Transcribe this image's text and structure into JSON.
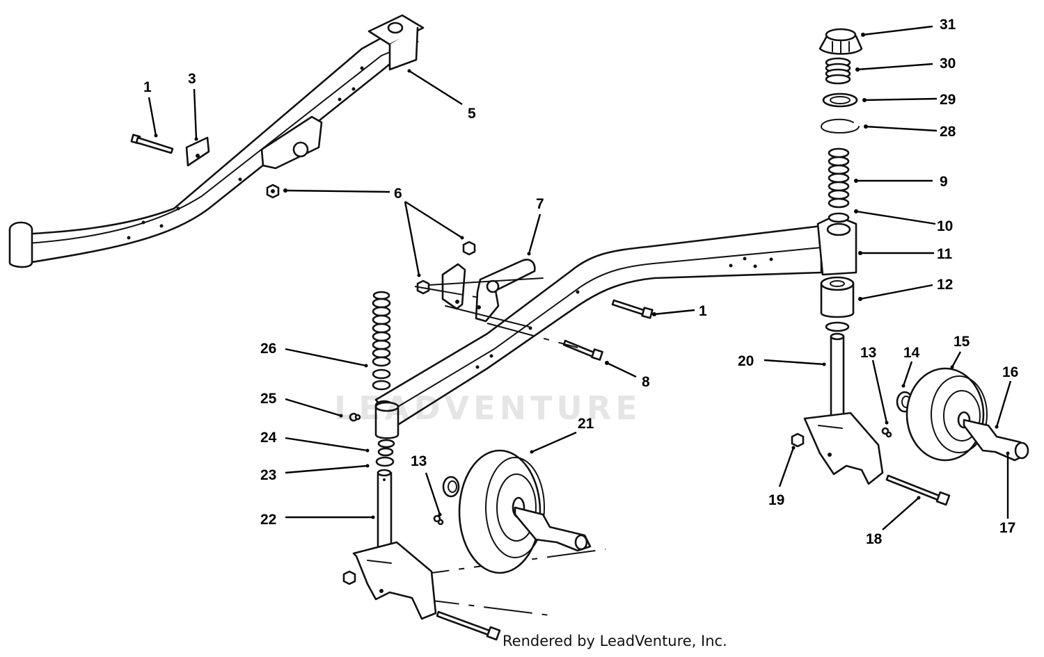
{
  "watermark": "LEADVENTURE",
  "footer": "Rendered by LeadVenture, Inc.",
  "callouts": [
    {
      "id": "c1a",
      "label": "1"
    },
    {
      "id": "c3",
      "label": "3"
    },
    {
      "id": "c5",
      "label": "5"
    },
    {
      "id": "c6",
      "label": "6"
    },
    {
      "id": "c7",
      "label": "7"
    },
    {
      "id": "c1b",
      "label": "1"
    },
    {
      "id": "c8",
      "label": "8"
    },
    {
      "id": "c26",
      "label": "26"
    },
    {
      "id": "c25",
      "label": "25"
    },
    {
      "id": "c24",
      "label": "24"
    },
    {
      "id": "c23",
      "label": "23"
    },
    {
      "id": "c22",
      "label": "22"
    },
    {
      "id": "c21",
      "label": "21"
    },
    {
      "id": "c13a",
      "label": "13"
    },
    {
      "id": "c31",
      "label": "31"
    },
    {
      "id": "c30",
      "label": "30"
    },
    {
      "id": "c29",
      "label": "29"
    },
    {
      "id": "c28",
      "label": "28"
    },
    {
      "id": "c9",
      "label": "9"
    },
    {
      "id": "c10",
      "label": "10"
    },
    {
      "id": "c11",
      "label": "11"
    },
    {
      "id": "c12",
      "label": "12"
    },
    {
      "id": "c20",
      "label": "20"
    },
    {
      "id": "c13b",
      "label": "13"
    },
    {
      "id": "c14",
      "label": "14"
    },
    {
      "id": "c15",
      "label": "15"
    },
    {
      "id": "c16",
      "label": "16"
    },
    {
      "id": "c17",
      "label": "17"
    },
    {
      "id": "c18",
      "label": "18"
    },
    {
      "id": "c19",
      "label": "19"
    }
  ]
}
